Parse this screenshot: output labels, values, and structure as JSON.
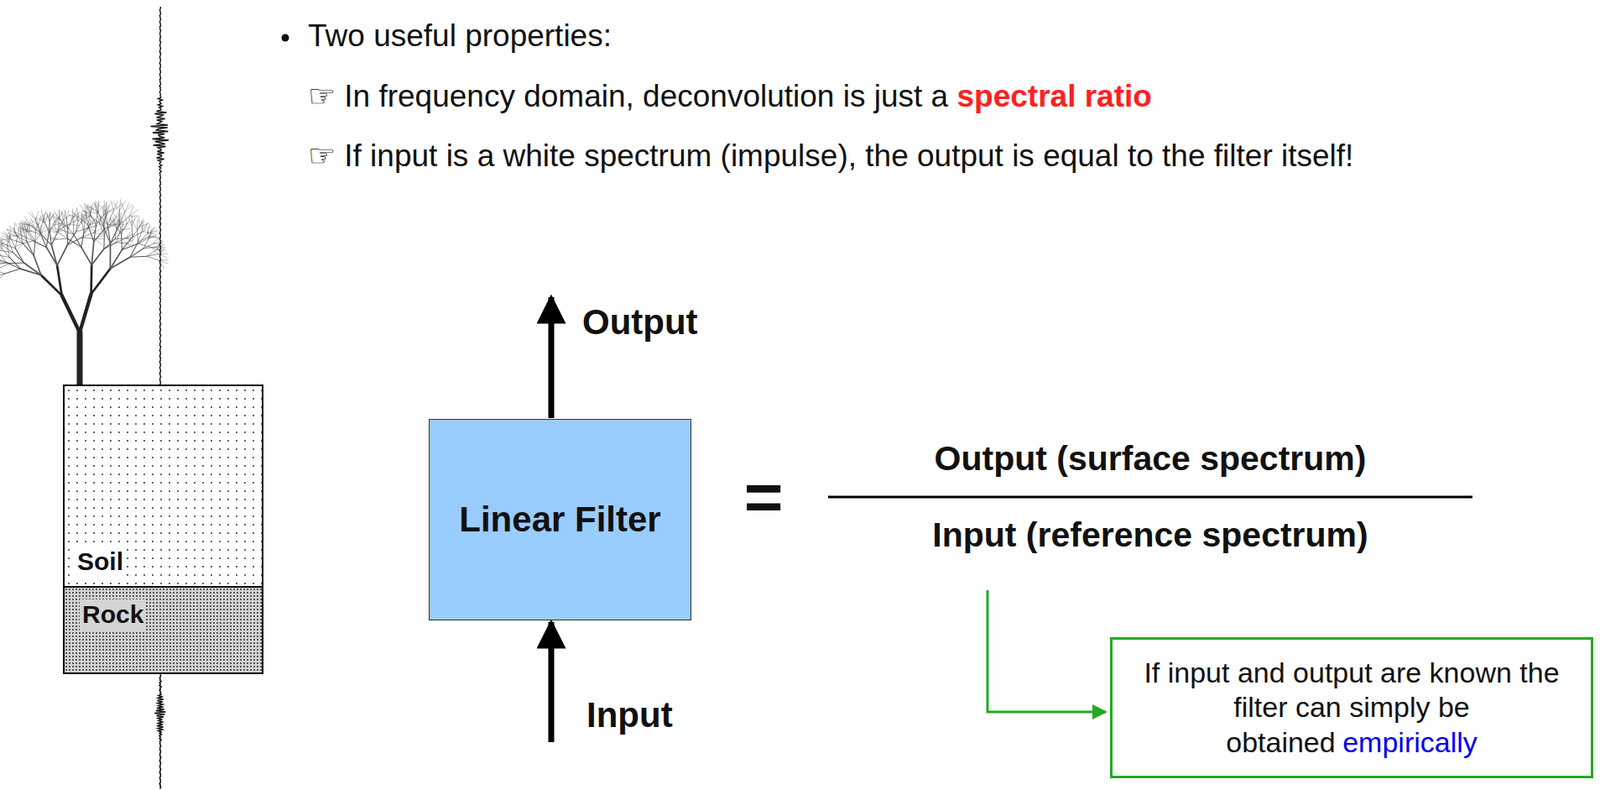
{
  "diagram": {
    "nodes": [
      {
        "text": [
          "Soil"
        ]
      },
      {
        "text": [
          "Rock"
        ]
      },
      {
        "text": [
          "Linear Filter"
        ]
      },
      {
        "text": [
          "If input and output are known the filter can simply be obtained",
          "empirically"
        ]
      }
    ],
    "labels": [
      "Two useful properties:",
      "☞ In frequency domain, deconvolution is just a",
      "spectral ratio",
      "☞ If input is a white spectrum (impulse), the output is equal to the filter itself!",
      "Output",
      "Input",
      "=",
      "Output (surface spectrum)",
      "Input (reference spectrum)"
    ]
  }
}
